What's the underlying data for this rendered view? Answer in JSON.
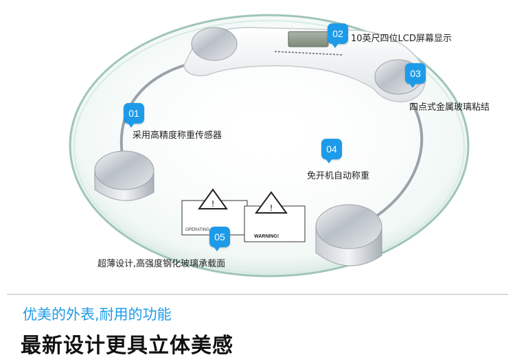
{
  "features": [
    {
      "num": "01",
      "text": "采用高精度称重传感器"
    },
    {
      "num": "02",
      "text": "10英尺四位LCD屏幕显示"
    },
    {
      "num": "03",
      "text": "四点式金属玻璃粘结"
    },
    {
      "num": "04",
      "text": "免开机自动称重"
    },
    {
      "num": "05",
      "text": "超薄设计,高强度钢化玻璃承载面"
    }
  ],
  "slogan": {
    "line1": "优美的外表,耐用的功能",
    "line2": "最新设计更具立体美感"
  },
  "warning_labels": {
    "operating": "OPERATING",
    "warning": "WARNING!"
  },
  "colors": {
    "accent": "#1e9be8",
    "text": "#222222",
    "headline": "#111111"
  }
}
